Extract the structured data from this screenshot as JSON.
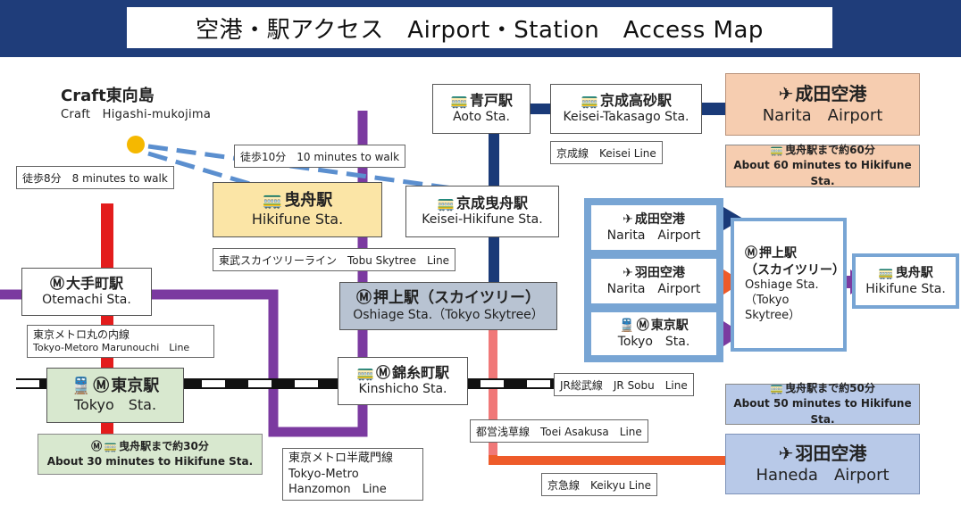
{
  "title": "空港・駅アクセス　Airport・Station　Access Map",
  "craft": {
    "jp": "Craft東向島",
    "en": "Craft　Higashi-mukojima"
  },
  "walk8": "徒歩8分　8 minutes to walk",
  "walk10": "徒歩10分　10 minutes to walk",
  "stations": {
    "aoto": {
      "jp": "青戸駅",
      "en": "Aoto Sta."
    },
    "takasago": {
      "jp": "京成高砂駅",
      "en": "Keisei-Takasago Sta."
    },
    "hikifune": {
      "jp": "曳舟駅",
      "en": "Hikifune Sta."
    },
    "keisei_hikifune": {
      "jp": "京成曳舟駅",
      "en": "Keisei-Hikifune Sta."
    },
    "otemachi": {
      "jp": "大手町駅",
      "en": "Otemachi Sta."
    },
    "oshiage": {
      "jp": "押上駅（スカイツリー）",
      "en": "Oshiage Sta.（Tokyo Skytree）"
    },
    "kinshicho": {
      "jp": "錦糸町駅",
      "en": "Kinshicho Sta."
    },
    "tokyo": {
      "jp": "東京駅",
      "en": "Tokyo　Sta."
    }
  },
  "lines": {
    "keisei": "京成線　Keisei Line",
    "tobu": "東武スカイツリーライン　Tobu Skytree　Line",
    "marunouchi_jp": "東京メトロ丸の内線",
    "marunouchi_en": "Tokyo-Metoro Marunouchi　Line",
    "jr_sobu": "JR総武線　JR Sobu　Line",
    "asakusa": "都営浅草線　Toei Asakusa　Line",
    "hanzomon_jp": "東京メトロ半蔵門線",
    "hanzomon_en1": "Tokyo-Metro",
    "hanzomon_en2": "Hanzomon　Line",
    "keikyu": "京急線　Keikyu Line"
  },
  "airports": {
    "narita": {
      "jp": "成田空港",
      "en": "Narita　Airport"
    },
    "haneda": {
      "jp": "羽田空港",
      "en": "Haneda　Airport"
    }
  },
  "notes": {
    "narita_jp": "曳舟駅まで約60分",
    "narita_en": "About 60 minutes to Hikifune Sta.",
    "haneda_jp": "曳舟駅まで約50分",
    "haneda_en": "About 50 minutes to Hikifune Sta.",
    "tokyo_jp": "曳舟駅まで約30分",
    "tokyo_en": "About 30 minutes to Hikifune Sta."
  },
  "panel": {
    "narita": {
      "jp": "成田空港",
      "en": "Narita　Airport"
    },
    "haneda": {
      "jp": "羽田空港",
      "en": "Narita　Airport"
    },
    "tokyo": {
      "jp": "東京駅",
      "en": "Tokyo　Sta."
    },
    "oshiage_jp1": "押上駅",
    "oshiage_jp2": "（スカイツリー）",
    "oshiage_en1": "Oshiage Sta.",
    "oshiage_en2": "（Tokyo",
    "oshiage_en3": "Skytree）",
    "hikifune": {
      "jp": "曳舟駅",
      "en": "Hikifune Sta."
    }
  },
  "colors": {
    "header": "#1f3d7a",
    "keisei": "#1a3a78",
    "asakusa": "#f07878",
    "keikyu": "#ee5b2a",
    "purple": "#7b3aa0",
    "red": "#e31c1c",
    "walk": "#5b8fcf",
    "narita_box": "#f6cdb0",
    "haneda_box": "#b8c9e8",
    "panel_border": "#78a5d4",
    "hikifune_box": "#fbe5a6",
    "oshiage_box": "#b8c3d2",
    "tokyo_box": "#d8e8cf"
  },
  "icons": {
    "train": "train-icon",
    "metro": "metro-icon",
    "jr": "jr-train-icon",
    "airplane": "airplane-icon",
    "craft_location": "location-dot-icon"
  }
}
